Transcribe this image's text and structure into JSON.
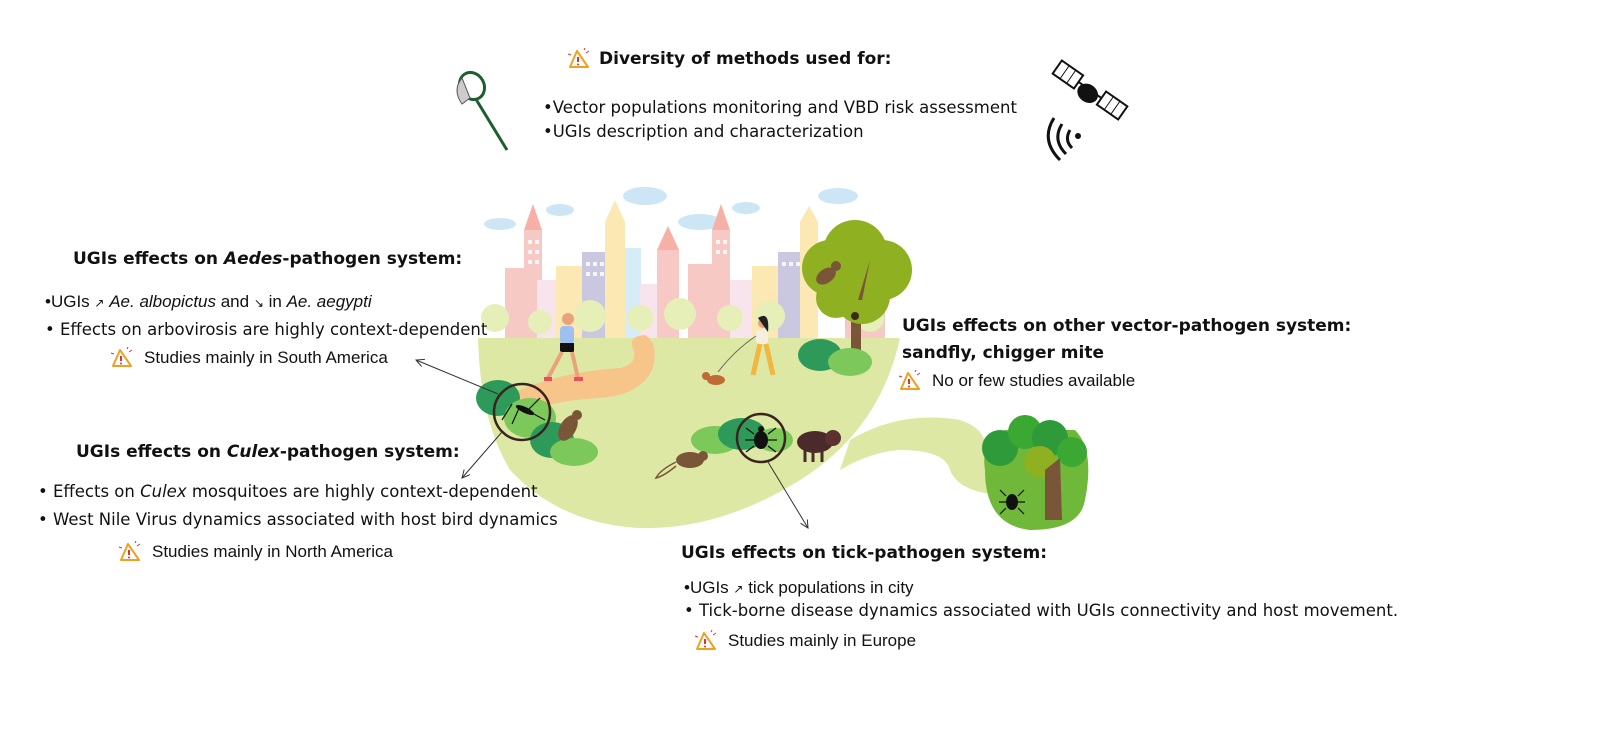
{
  "methods": {
    "title": "Diversity of methods used for:",
    "bullets": [
      "Vector populations monitoring and VBD risk assessment",
      "UGIs description and characterization"
    ],
    "icons": [
      "warning-icon",
      "insect-net-icon",
      "satellite-icon"
    ]
  },
  "aedes": {
    "title_pre": "UGIs effects on ",
    "title_italic": "Aedes",
    "title_post": "-pathogen system:",
    "bullet1": {
      "pre": "UGIs ",
      "up_arrow": "↗",
      "species1": "Ae. albopictus",
      "mid": " and ",
      "down_arrow": "↘",
      "mid2": " in ",
      "species2": "Ae. aegypti"
    },
    "bullet2": "Effects on arbovirosis are highly context-dependent",
    "warning": "Studies mainly in South America"
  },
  "culex": {
    "title_pre": "UGIs effects on ",
    "title_italic": "Culex",
    "title_post": "-pathogen system:",
    "bullet1": {
      "pre": "Effects on ",
      "italic": "Culex",
      "post": " mosquitoes are highly context-dependent"
    },
    "bullet2": "West Nile Virus dynamics associated with host bird dynamics",
    "warning": "Studies mainly in North America"
  },
  "other": {
    "title_line1": "UGIs effects on other vector-pathogen system:",
    "title_line2": "sandfly, chigger mite",
    "warning": "No or few studies available"
  },
  "tick": {
    "title": "UGIs effects on tick-pathogen system:",
    "bullet1": {
      "pre": "UGIs ",
      "up_arrow": "↗",
      "post": " tick populations in city"
    },
    "bullet2": "Tick-borne disease dynamics associated with UGIs connectivity and host movement.",
    "warning": "Studies mainly in Europe"
  },
  "illustration": {
    "elements": [
      "city-skyline",
      "park-green-area",
      "jogger",
      "woman-walking-dog",
      "tree-with-bird",
      "mosquito-magnifier",
      "tick-magnifier",
      "mouse",
      "wild-boar",
      "bird",
      "forest-patch-with-deer-and-tick",
      "green-corridor"
    ],
    "colors": {
      "park": "#dde8a4",
      "path": "#f7c48a",
      "bush_dark": "#2e9a5a",
      "bush_light": "#7dc85a",
      "tree": "#8fb020",
      "trunk": "#7a5638",
      "warning": "#f0a020",
      "warning_mark": "#e03030",
      "net": "#1e5e2e"
    }
  }
}
